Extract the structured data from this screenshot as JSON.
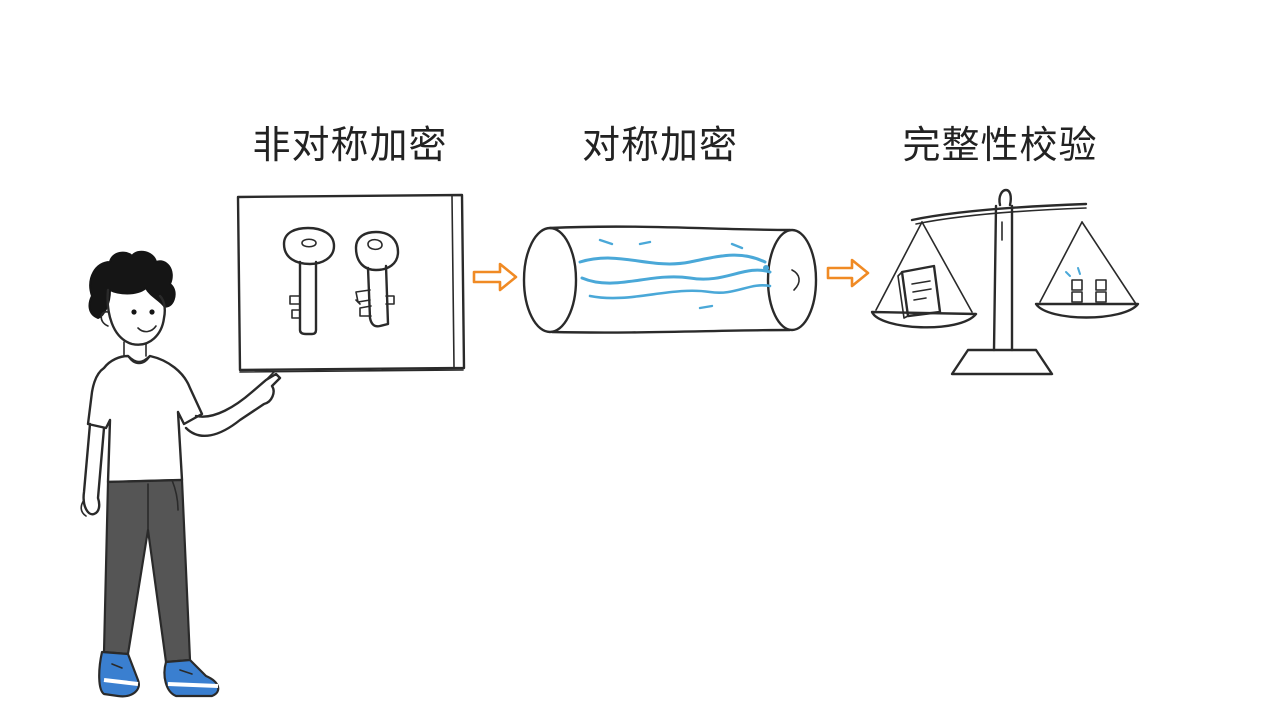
{
  "steps": [
    {
      "label": "非对称加密",
      "icon": "two-keys"
    },
    {
      "label": "对称加密",
      "icon": "encrypted-tunnel"
    },
    {
      "label": "完整性校验",
      "icon": "balance-scale"
    }
  ],
  "colors": {
    "ink": "#2a2a2a",
    "arrow": "#f08a24",
    "stream": "#4aa8d8",
    "shirt": "#ffffff",
    "pants": "#555555",
    "shoes": "#3a7fd0"
  }
}
